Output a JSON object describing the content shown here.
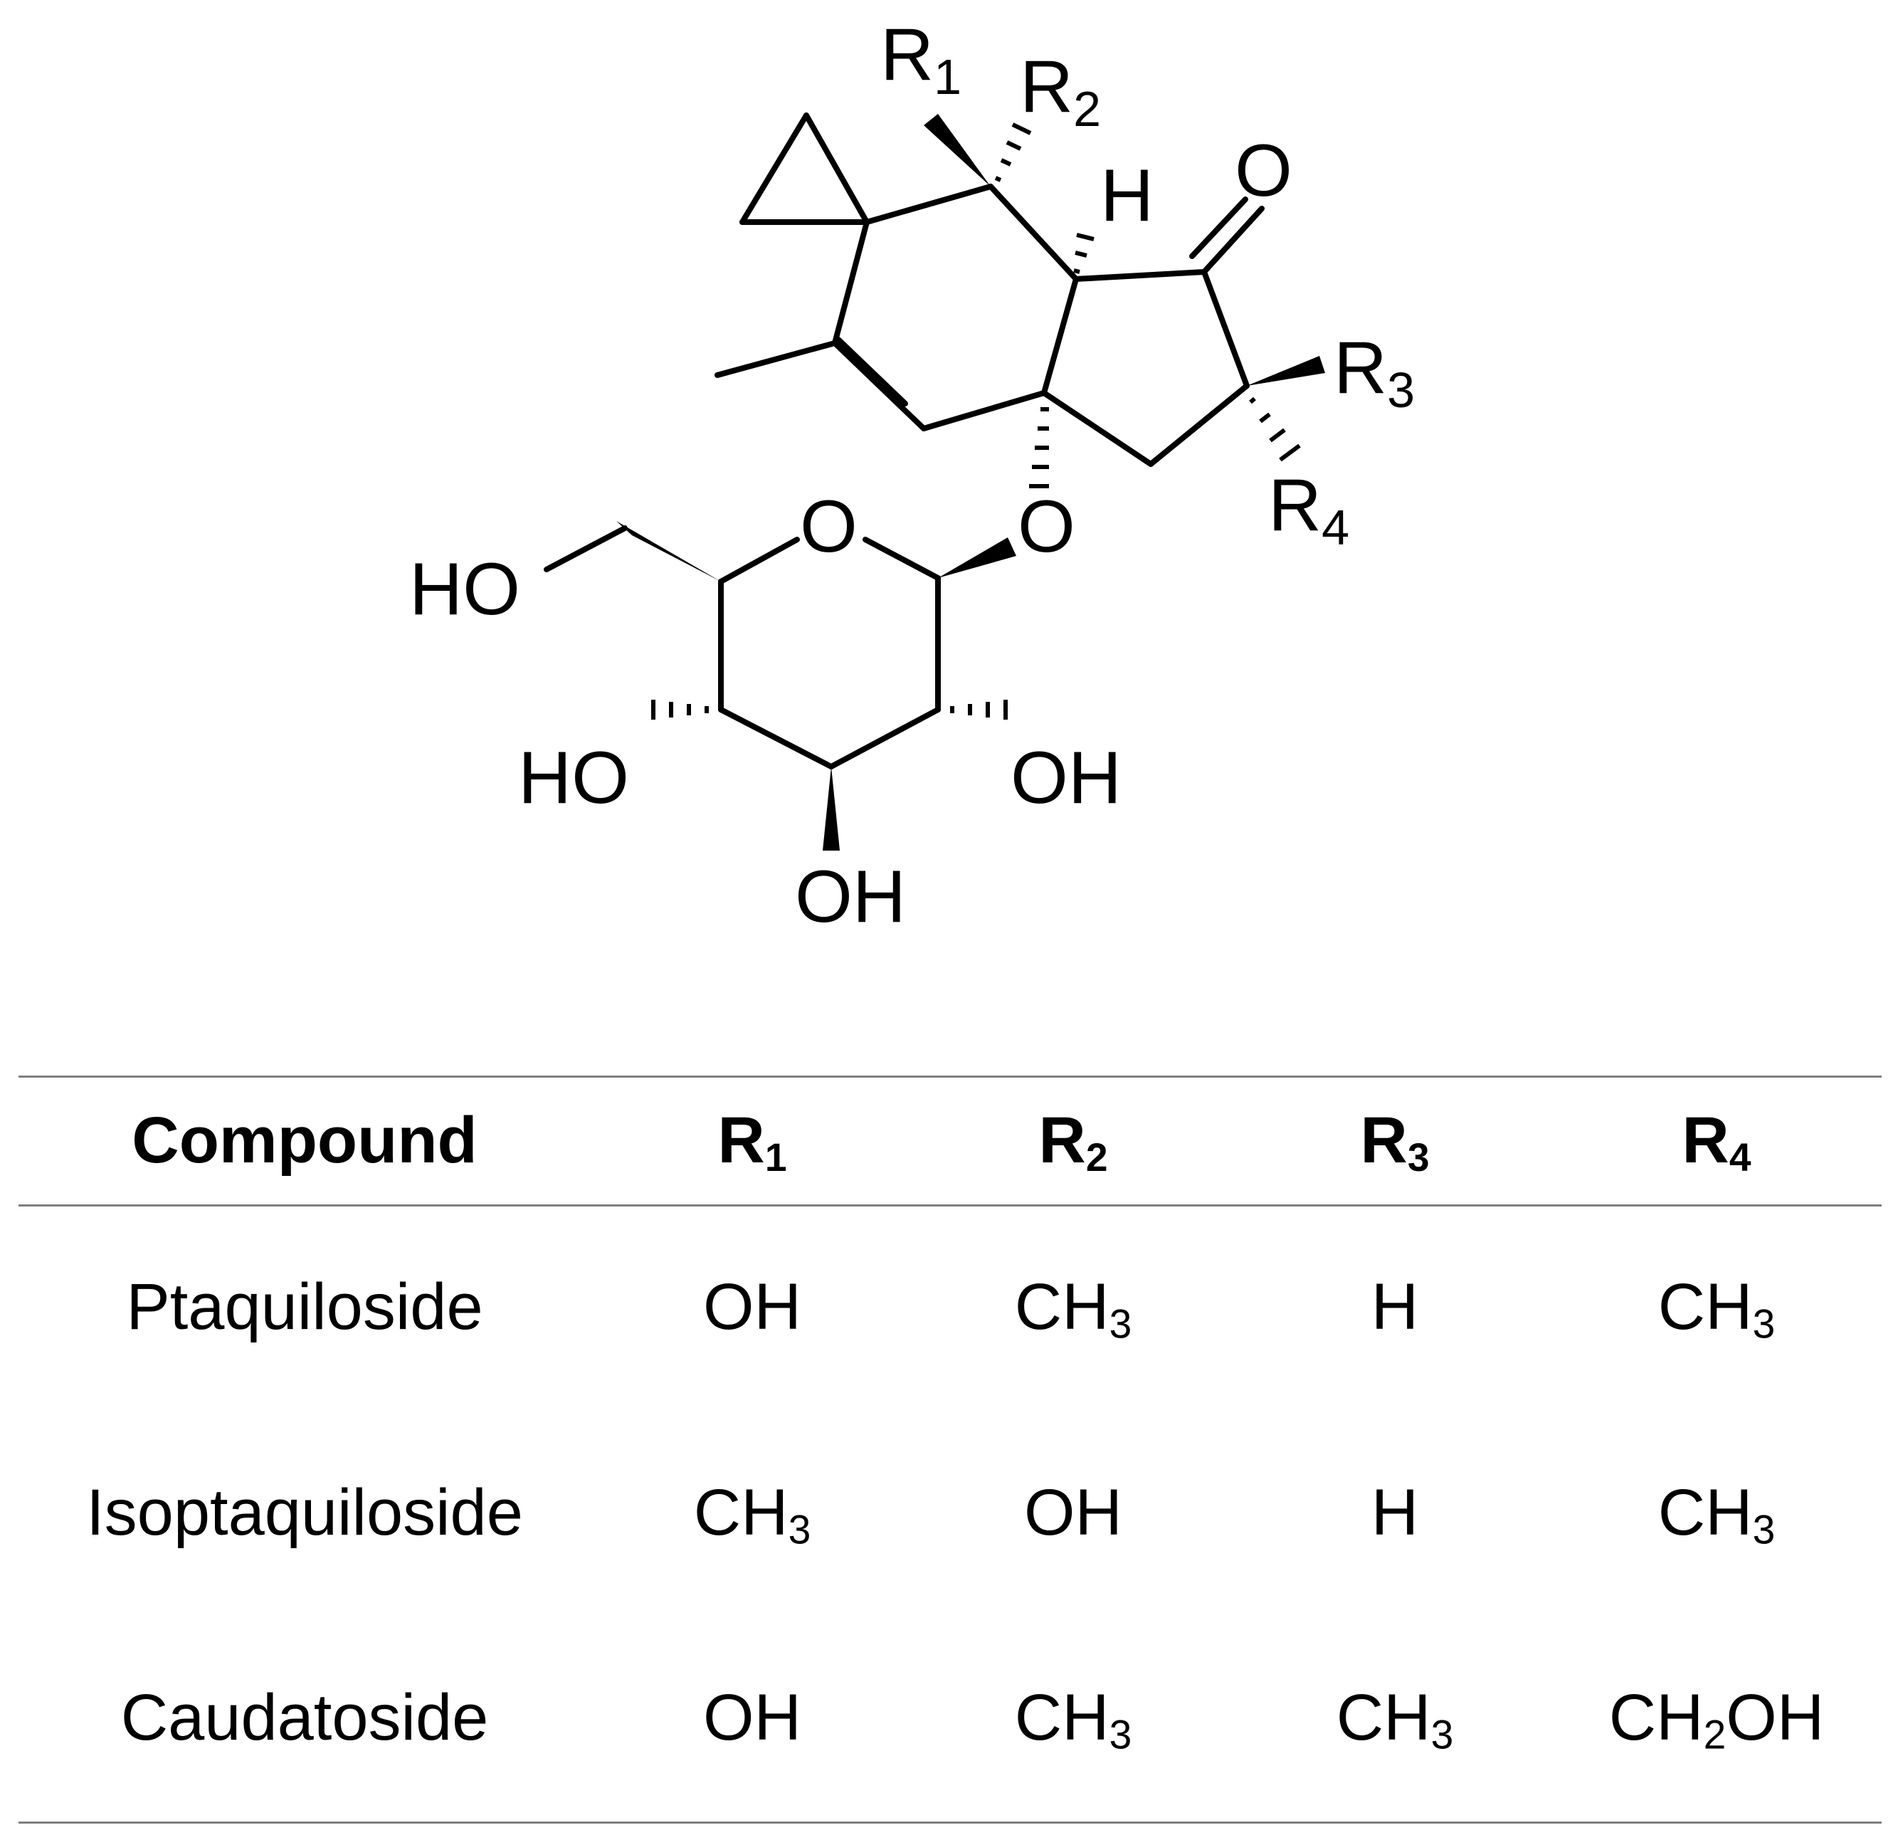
{
  "structure": {
    "labels": {
      "r1": {
        "main": "R",
        "sub": "1"
      },
      "r2": {
        "main": "R",
        "sub": "2"
      },
      "r3": {
        "main": "R",
        "sub": "3"
      },
      "r4": {
        "main": "R",
        "sub": "4"
      },
      "h": "H",
      "ketone_o": "O",
      "glycosidic_o": "O",
      "ring_o": "O",
      "ho_ch2": "HO",
      "ho_left": "HO",
      "oh_right": "OH",
      "oh_bottom": "OH"
    }
  },
  "table": {
    "headers": [
      {
        "main": "Compound",
        "sub": ""
      },
      {
        "main": "R",
        "sub": "1"
      },
      {
        "main": "R",
        "sub": "2"
      },
      {
        "main": "R",
        "sub": "3"
      },
      {
        "main": "R",
        "sub": "4"
      }
    ],
    "rows": [
      {
        "compound": "Ptaquiloside",
        "r1": {
          "pre": "OH",
          "sub": "",
          "post": ""
        },
        "r2": {
          "pre": "CH",
          "sub": "3",
          "post": ""
        },
        "r3": {
          "pre": "H",
          "sub": "",
          "post": ""
        },
        "r4": {
          "pre": "CH",
          "sub": "3",
          "post": ""
        }
      },
      {
        "compound": "Isoptaquiloside",
        "r1": {
          "pre": "CH",
          "sub": "3",
          "post": ""
        },
        "r2": {
          "pre": "OH",
          "sub": "",
          "post": ""
        },
        "r3": {
          "pre": "H",
          "sub": "",
          "post": ""
        },
        "r4": {
          "pre": "CH",
          "sub": "3",
          "post": ""
        }
      },
      {
        "compound": "Caudatoside",
        "r1": {
          "pre": "OH",
          "sub": "",
          "post": ""
        },
        "r2": {
          "pre": "CH",
          "sub": "3",
          "post": ""
        },
        "r3": {
          "pre": "CH",
          "sub": "3",
          "post": ""
        },
        "r4": {
          "pre": "CH",
          "sub": "2",
          "post": "OH"
        }
      }
    ]
  }
}
